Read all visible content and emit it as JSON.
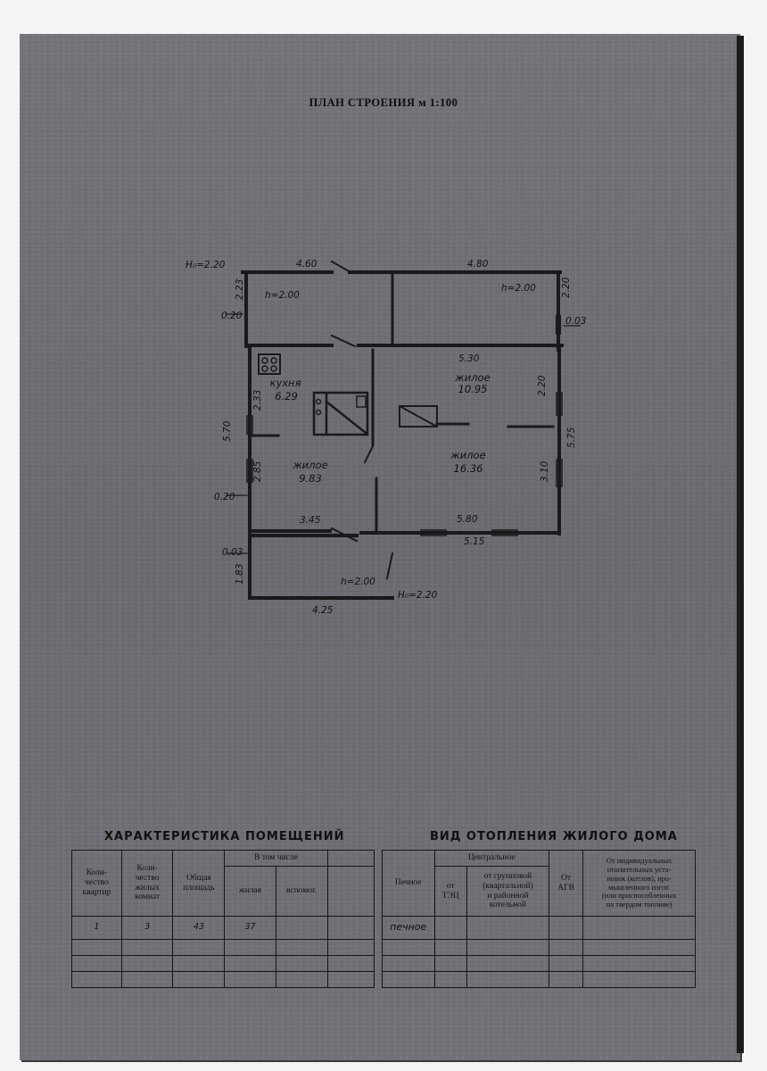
{
  "plan_title": "ПЛАН СТРОЕНИЯ м 1:100",
  "plan_labels": {
    "h_top": "H₀=2.20",
    "h_bottom": "H₀=2.20",
    "dim_460": "4.60",
    "dim_480": "4.80",
    "dim_530": "5.30",
    "dim_345": "3.45",
    "dim_580": "5.80",
    "dim_515": "5.15",
    "dim_425": "4.25",
    "dim_223": "2.23",
    "dim_020_a": "0.20",
    "dim_220_r": "2.20",
    "dim_003_r": "0.03",
    "dim_220_mid": "2.20",
    "dim_575": "5.75",
    "dim_310": "3.10",
    "dim_570": "5.70",
    "dim_233": "2.33",
    "dim_285": "2.85",
    "dim_020_b": "0.20",
    "dim_003_b": "0.03",
    "dim_183": "1.83",
    "ceiling_1": "h=2.00",
    "ceiling_2": "h=2.00",
    "ceiling_3": "h=2.00",
    "kitchen_name": "кухня",
    "kitchen_area": "6.29",
    "living1_name": "жилое",
    "living1_area": "10.95",
    "living2_name": "жилое",
    "living2_area": "16.36",
    "living3_name": "жилое",
    "living3_area": "9.83"
  },
  "rooms_section": {
    "title": "ХАРАКТЕРИСТИКА ПОМЕЩЕНИЙ",
    "headers": {
      "apartments": "Коли-\nчество\nквартир",
      "rooms": "Коли-\nчество\nжилых\nкомнат",
      "total": "Общая\nплощадь",
      "including": "В том числе",
      "living": "жилая",
      "aux": "вспомог."
    },
    "values": {
      "apartments": "1",
      "rooms": "3",
      "total": "43",
      "living": "37"
    }
  },
  "heating_section": {
    "title": "ВИД ОТОПЛЕНИЯ ЖИЛОГО ДОМА",
    "headers": {
      "stove": "Печное",
      "central": "Центральное",
      "tec": "от\nТЭЦ",
      "group": "от групповой\n(квартальной)\nи районной\nкотельной",
      "agv": "От\nАГВ",
      "individual": "От индивидуальных\nотопительных уста-\nновок (котлов), про-\nмышленного изгот.\n(или приспособленных\nна твердом топливе)"
    },
    "values": {
      "stove": "печное"
    }
  }
}
